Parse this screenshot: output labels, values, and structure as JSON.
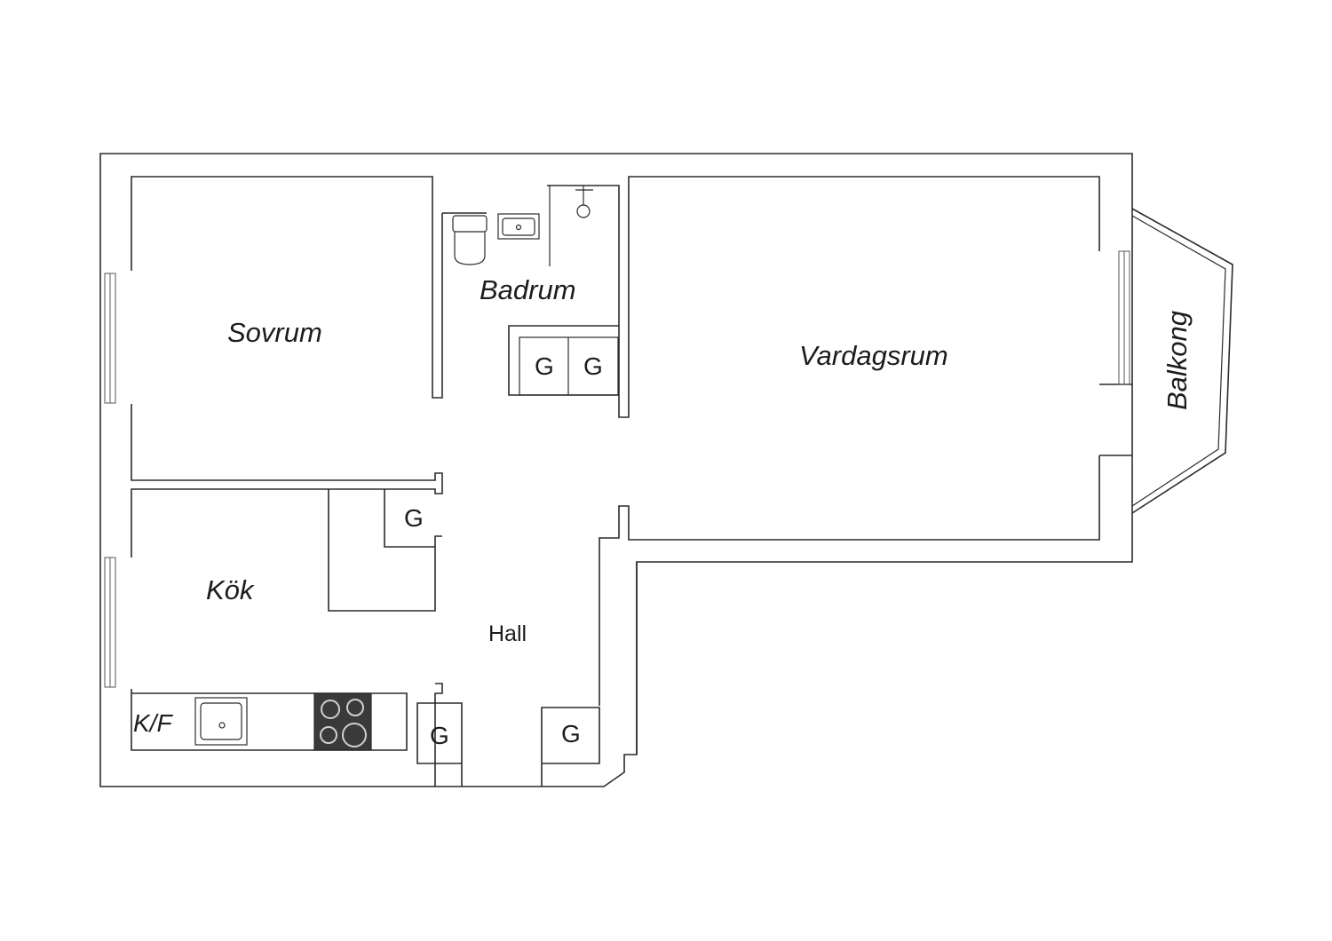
{
  "rooms": {
    "sovrum": "Sovrum",
    "badrum": "Badrum",
    "vardagsrum": "Vardagsrum",
    "balkong": "Balkong",
    "kok": "Kök",
    "hall": "Hall"
  },
  "fixtures": {
    "kf_label": "K/F",
    "wardrobe_label": "G"
  },
  "colors": {
    "wall": "#2b2b2b",
    "stove": "#3a3a3a",
    "background": "#ffffff"
  }
}
